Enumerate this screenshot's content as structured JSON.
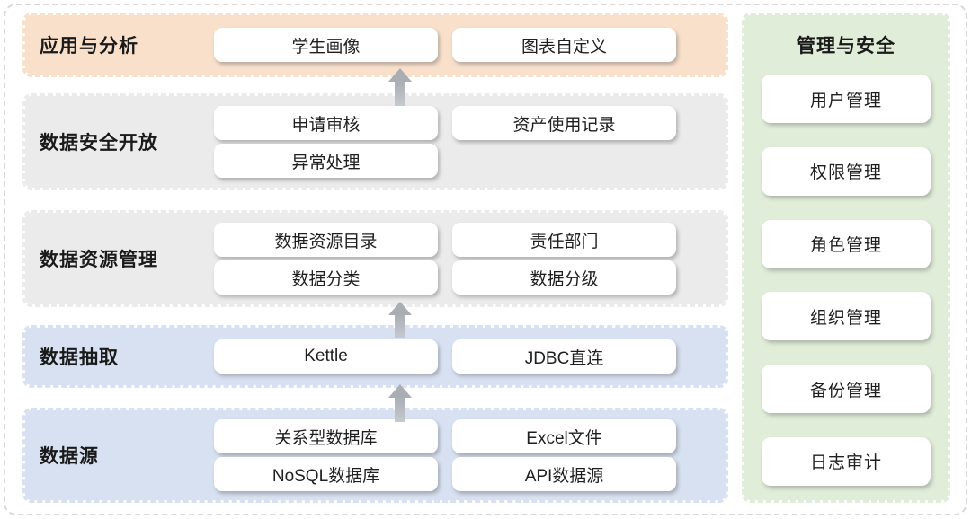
{
  "diagram": {
    "layers": [
      {
        "label": "应用与分析",
        "color": "#f9e0cb",
        "items": [
          "学生画像",
          "图表自定义"
        ]
      },
      {
        "label": "数据安全开放",
        "color": "#ebebeb",
        "items": [
          "申请审核",
          "资产使用记录",
          "异常处理"
        ]
      },
      {
        "label": "数据资源管理",
        "color": "#ebebeb",
        "items": [
          "数据资源目录",
          "责任部门",
          "数据分类",
          "数据分级"
        ]
      },
      {
        "label": "数据抽取",
        "color": "#d8e1f1",
        "items": [
          "Kettle",
          "JDBC直连"
        ]
      },
      {
        "label": "数据源",
        "color": "#d8e1f1",
        "items": [
          "关系型数据库",
          "Excel文件",
          "NoSQL数据库",
          "API数据源"
        ]
      }
    ],
    "arrows": [
      {
        "icon": "up-arrow",
        "from": "数据安全开放",
        "to": "应用与分析"
      },
      {
        "icon": "up-arrow",
        "from": "数据抽取",
        "to": "数据资源管理"
      },
      {
        "icon": "up-arrow",
        "from": "数据源",
        "to": "数据抽取"
      }
    ],
    "side_panel": {
      "title": "管理与安全",
      "color": "#e0edd8",
      "items": [
        "用户管理",
        "权限管理",
        "角色管理",
        "组织管理",
        "备份管理",
        "日志审计"
      ]
    },
    "colors": {
      "arrow": "#aaaeb5",
      "pill_background": "#ffffff",
      "text": "#1a1a1a",
      "frame_dash": "#d9d9d9"
    }
  }
}
